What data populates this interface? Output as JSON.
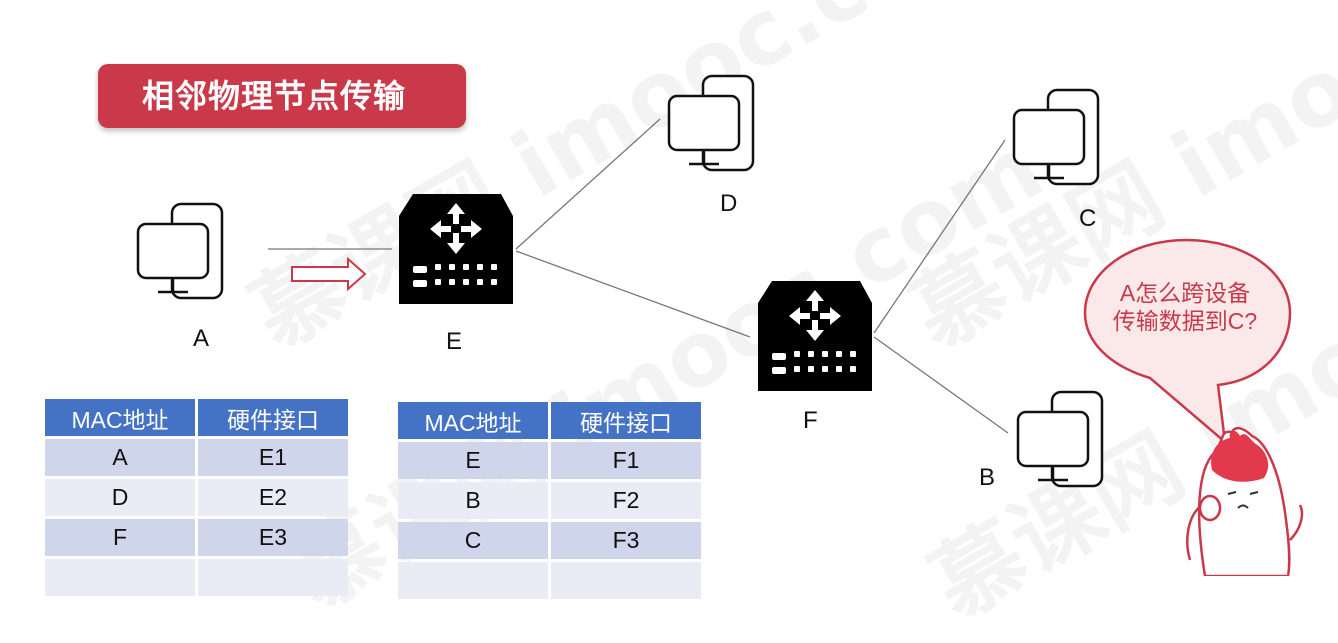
{
  "title": "相邻物理节点传输",
  "watermark": "慕课网 imooc.com",
  "nodes": {
    "A": "A",
    "D": "D",
    "C": "C",
    "B": "B",
    "E": "E",
    "F": "F"
  },
  "speech_bubble": {
    "line1": "A怎么跨设备",
    "line2": "传输数据到C?"
  },
  "table_e": {
    "headers": [
      "MAC地址",
      "硬件接口"
    ],
    "rows": [
      [
        "A",
        "E1"
      ],
      [
        "D",
        "E2"
      ],
      [
        "F",
        "E3"
      ],
      [
        "",
        ""
      ]
    ]
  },
  "table_f": {
    "headers": [
      "MAC地址",
      "硬件接口"
    ],
    "rows": [
      [
        "E",
        "F1"
      ],
      [
        "B",
        "F2"
      ],
      [
        "C",
        "F3"
      ],
      [
        "",
        ""
      ]
    ]
  },
  "colors": {
    "title_bg": "#c9394a",
    "table_header": "#4472c4",
    "row_odd": "#cfd5ea",
    "row_even": "#e9ebf5",
    "arrow": "#c9394a"
  }
}
